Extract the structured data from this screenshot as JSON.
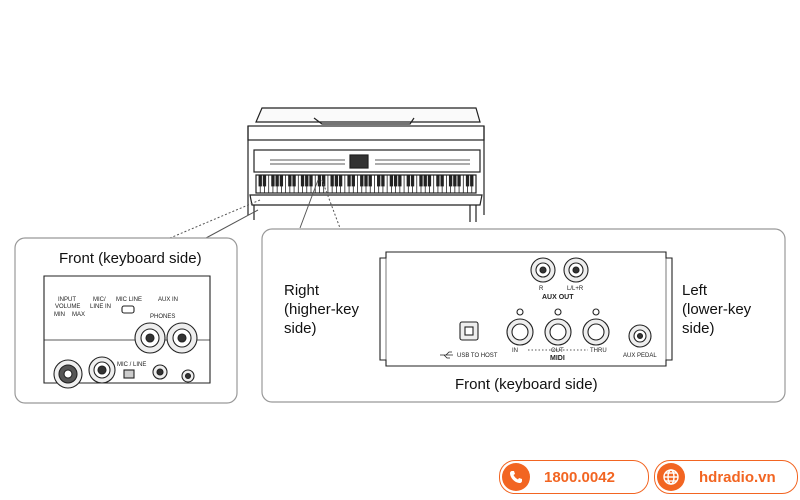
{
  "labels": {
    "front_left": "Front (keyboard side)",
    "front_right": "Front (keyboard side)",
    "right_side": [
      "Right",
      "(higher-key",
      "side)"
    ],
    "left_side": [
      "Left",
      "(lower-key",
      "side)"
    ]
  },
  "left_panel": {
    "input_volume": [
      "INPUT",
      "VOLUME"
    ],
    "min": "MIN",
    "max": "MAX",
    "mic_line_in": [
      "MIC/",
      "LINE IN"
    ],
    "mic_line": "MIC  LINE",
    "aux_in": "AUX IN",
    "phones": "PHONES",
    "mic_line_switch": "MIC / LINE"
  },
  "right_panel": {
    "r": "R",
    "l_lr": "L/L+R",
    "aux_out": "AUX OUT",
    "usb_to_host": "USB TO HOST",
    "midi_in": "IN",
    "midi_out": "OUT",
    "midi_thru": "THRU",
    "midi": "MIDI",
    "aux_pedal": "AUX PEDAL"
  },
  "contact": {
    "phone": "1800.0042",
    "website": "hdradio.vn",
    "phone_icon": "phone-icon",
    "web_icon": "globe-icon",
    "accent": "#f26522"
  }
}
